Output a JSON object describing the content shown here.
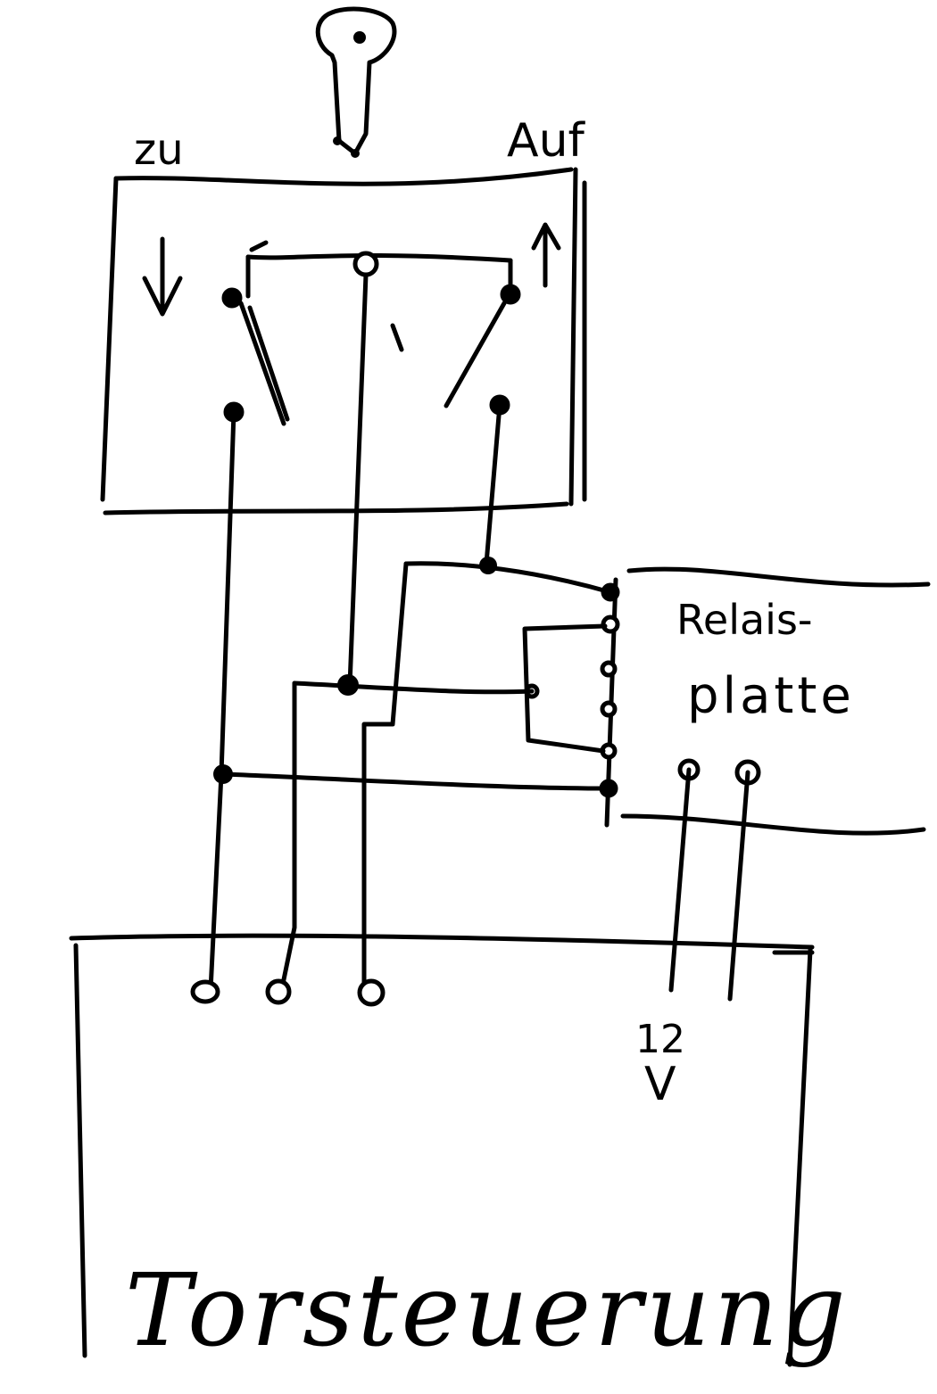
{
  "labels": {
    "switch_close": "zu",
    "switch_open": "Auf",
    "relay_board_line1": "Relais-",
    "relay_board_line2": "platte",
    "supply_voltage_number": "12",
    "supply_voltage_unit": "V",
    "gate_controller": "Torsteuerung"
  }
}
